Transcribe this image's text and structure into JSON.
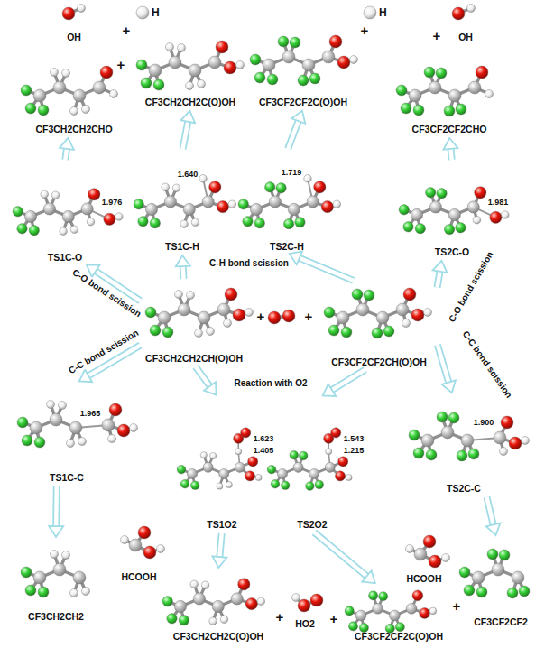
{
  "diagram": {
    "nodes": [
      {
        "text": [
          "OH"
        ]
      },
      {
        "text": [
          "H"
        ]
      },
      {
        "text": [
          "CF3CH2CH2C(O)OH"
        ]
      },
      {
        "text": [
          "CF3CF2CF2C(O)OH"
        ]
      },
      {
        "text": [
          "H"
        ]
      },
      {
        "text": [
          "OH"
        ]
      },
      {
        "text": [
          "CF3CH2CH2CHO"
        ]
      },
      {
        "text": [
          "CF3CF2CF2CHO"
        ]
      },
      {
        "text": [
          "TS1C-O"
        ]
      },
      {
        "text": [
          "TS1C-H"
        ]
      },
      {
        "text": [
          "TS2C-H"
        ]
      },
      {
        "text": [
          "TS2C-O"
        ]
      },
      {
        "text": [
          "CF3CH2CH2CH(O)OH"
        ]
      },
      {
        "text": [
          "CF3CF2CF2CH(O)OH"
        ]
      },
      {
        "text": [
          "TS1C-C"
        ]
      },
      {
        "text": [
          "TS1O2"
        ]
      },
      {
        "text": [
          "TS2O2"
        ]
      },
      {
        "text": [
          "TS2C-C"
        ]
      },
      {
        "text": [
          "HCOOH"
        ]
      },
      {
        "text": [
          "CF3CH2CH2"
        ]
      },
      {
        "text": [
          "HCOOH"
        ]
      },
      {
        "text": [
          "CF3CF2CF2"
        ]
      },
      {
        "text": [
          "CF3CH2CH2C(O)OH"
        ]
      },
      {
        "text": [
          "HO2"
        ]
      },
      {
        "text": [
          "CF3CF2CF2C(O)OH"
        ]
      }
    ],
    "edges": [
      {
        "from": 12,
        "to": 8,
        "arrow": "to",
        "label": "C-O bond scission"
      },
      {
        "from": 8,
        "to": 6,
        "arrow": "to"
      },
      {
        "from": 12,
        "to": 9,
        "arrow": "to"
      },
      {
        "from": 9,
        "to": 2,
        "arrow": "to"
      },
      {
        "from": 13,
        "to": 10,
        "arrow": "to"
      },
      {
        "from": 10,
        "to": 3,
        "arrow": "to"
      },
      {
        "from": 13,
        "to": 11,
        "arrow": "to",
        "label": "C-O bond scission"
      },
      {
        "from": 11,
        "to": 7,
        "arrow": "to"
      },
      {
        "from": 12,
        "to": 14,
        "arrow": "to",
        "label": "C-C bond scission"
      },
      {
        "from": 14,
        "to": 19,
        "arrow": "to"
      },
      {
        "from": 12,
        "to": 15,
        "arrow": "to"
      },
      {
        "from": 15,
        "to": 22,
        "arrow": "to"
      },
      {
        "from": 13,
        "to": 16,
        "arrow": "to"
      },
      {
        "from": 16,
        "to": 24,
        "arrow": "to"
      },
      {
        "from": 13,
        "to": 17,
        "arrow": "to",
        "label": "C-C bond scission"
      },
      {
        "from": 17,
        "to": 21,
        "arrow": "to"
      }
    ],
    "labels": [
      "+",
      "+",
      "+",
      "+",
      "1.976",
      "1.640",
      "1.719",
      "1.981",
      "C-H bond scission",
      "+",
      "+",
      "Reaction with O2",
      "1.965",
      "1.623",
      "1.405",
      "1.543",
      "1.215",
      "1.900",
      "+",
      "+",
      "+"
    ]
  }
}
